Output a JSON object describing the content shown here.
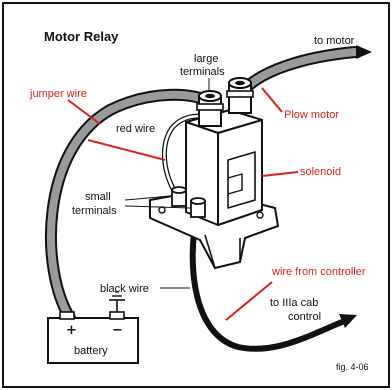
{
  "title": "Motor Relay",
  "figure_number": "fig. 4-06",
  "labels": {
    "to_motor": "to motor",
    "large_terminals": [
      "large",
      "terminals"
    ],
    "red_wire": "red wire",
    "small_terminals": [
      "small",
      "terminals"
    ],
    "black_wire": "black wire",
    "battery": "battery",
    "battery_plus": "+",
    "battery_minus": "−",
    "to_cab_control": [
      "to IIIa cab",
      "control"
    ]
  },
  "annotations": {
    "jumper_wire": "jumper wire",
    "plow_motor": "Plow motor",
    "solenoid": "solenoid",
    "wire_from_controller": "wire from controller"
  },
  "colors": {
    "annotation": "#d8201f",
    "line": "#111111",
    "cable_fill": "#9a9a9a"
  }
}
